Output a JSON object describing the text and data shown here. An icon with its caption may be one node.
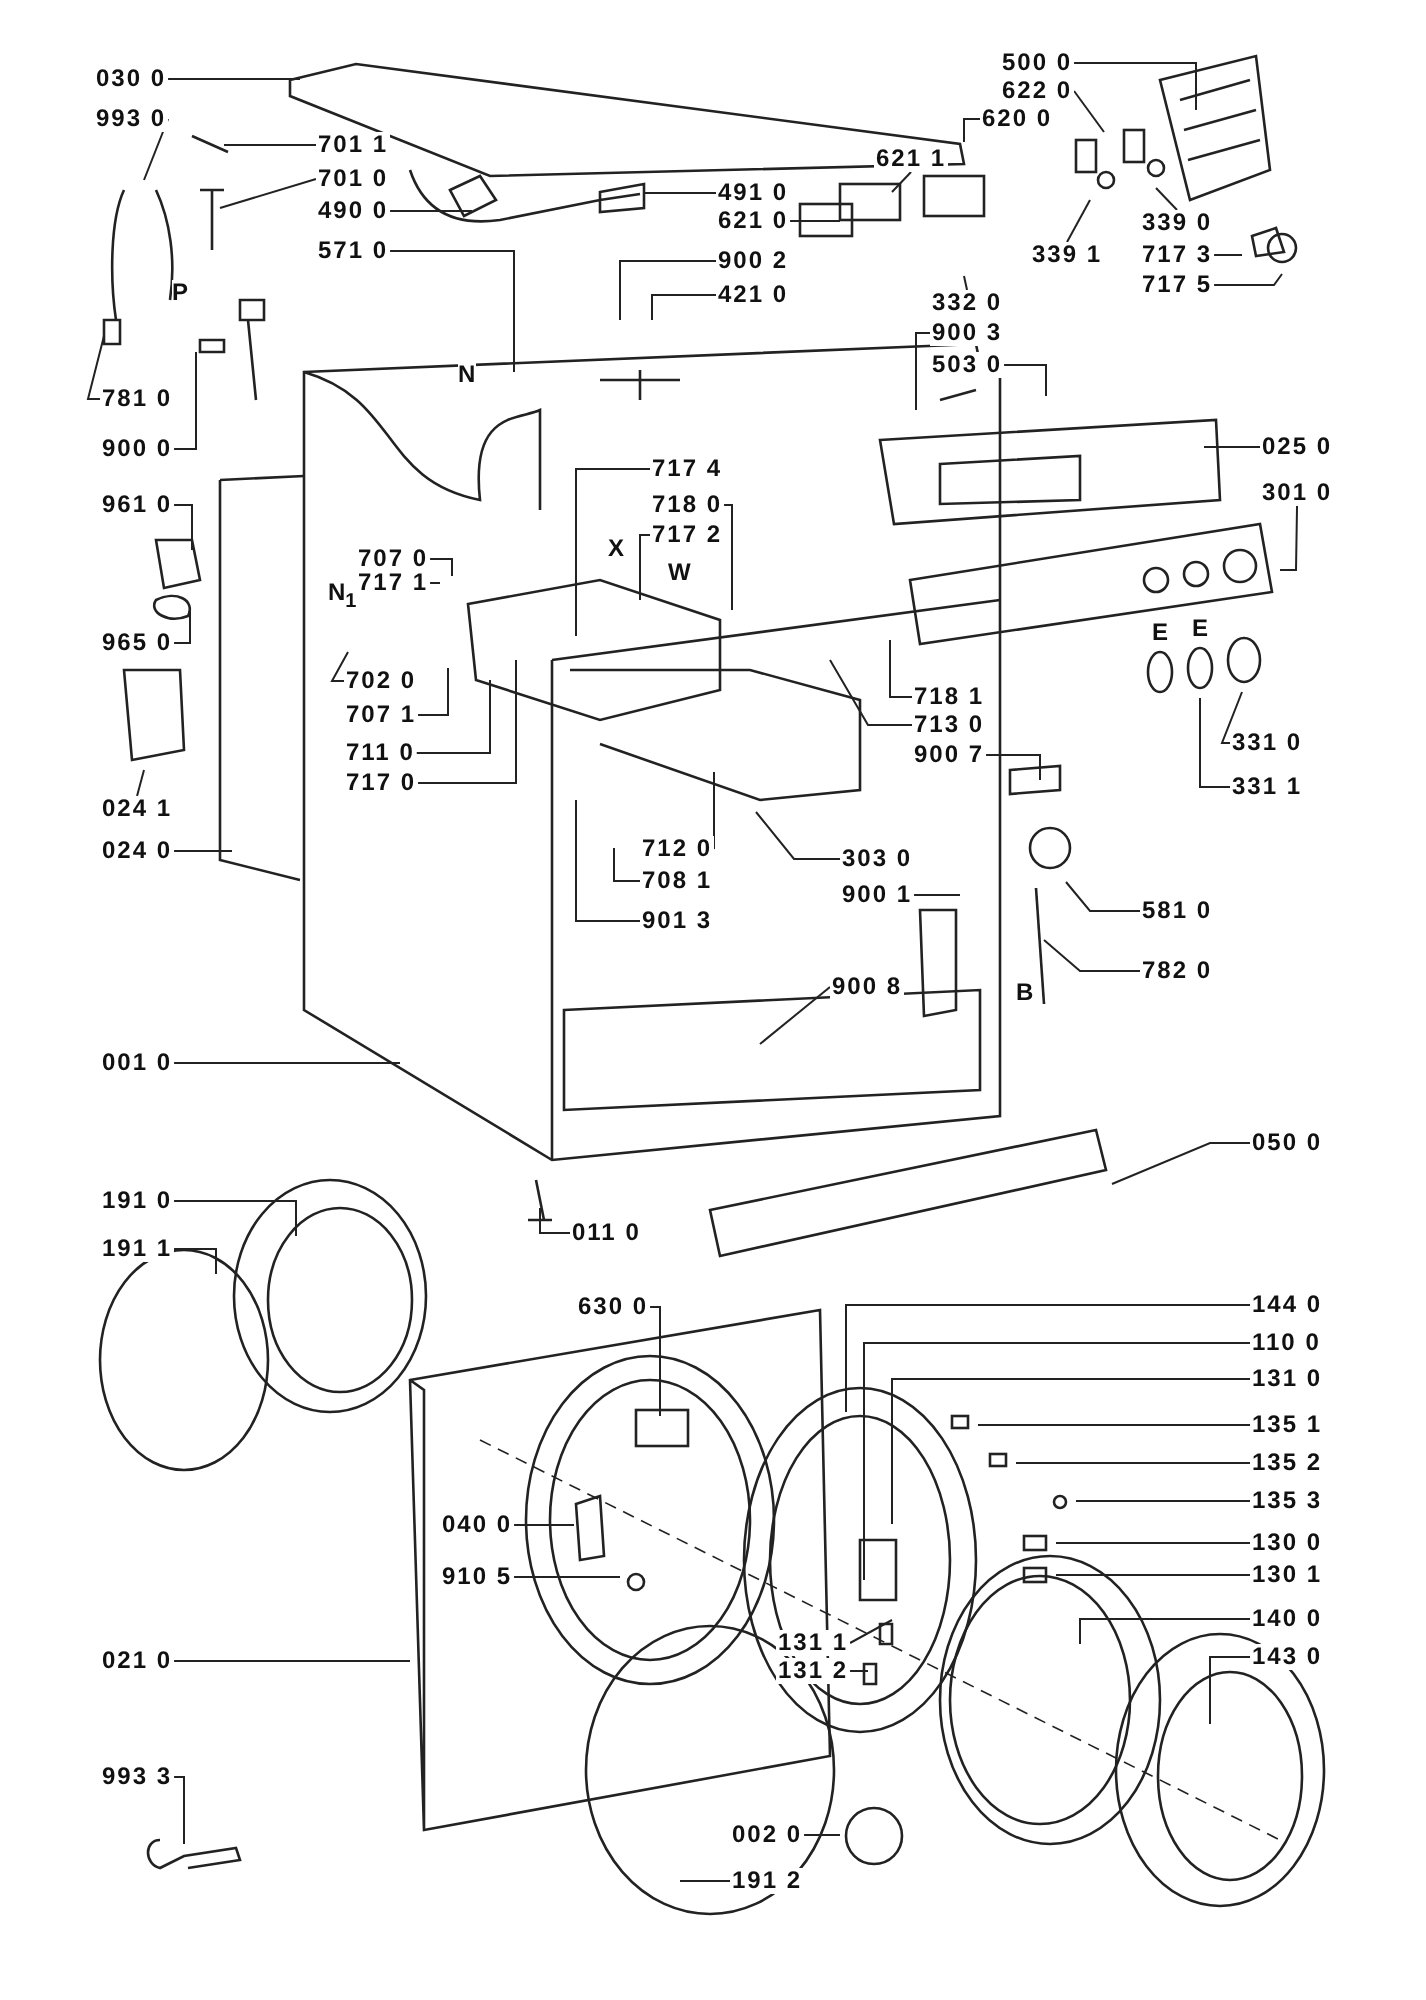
{
  "diagram": {
    "nodes": [
      {
        "text": [
          "500 0"
        ]
      },
      {
        "text": [
          "030 0"
        ]
      },
      {
        "text": [
          "622 0"
        ]
      },
      {
        "text": [
          "993 0"
        ]
      },
      {
        "text": [
          "620 0"
        ]
      },
      {
        "text": [
          "701 1"
        ]
      },
      {
        "text": [
          "621 1"
        ]
      },
      {
        "text": [
          "701 0"
        ]
      },
      {
        "text": [
          "491 0"
        ]
      },
      {
        "text": [
          "490 0"
        ]
      },
      {
        "text": [
          "621 0"
        ]
      },
      {
        "text": [
          "339 0"
        ]
      },
      {
        "text": [
          "571 0"
        ]
      },
      {
        "text": [
          "339 1"
        ]
      },
      {
        "text": [
          "717 3"
        ]
      },
      {
        "text": [
          "900 2"
        ]
      },
      {
        "text": [
          "717 5"
        ]
      },
      {
        "text": [
          "421 0"
        ]
      },
      {
        "text": [
          "332 0"
        ]
      },
      {
        "text": [
          "900 3"
        ]
      },
      {
        "text": [
          "503 0"
        ]
      },
      {
        "text": [
          "781 0"
        ]
      },
      {
        "text": [
          "900 0"
        ]
      },
      {
        "text": [
          "025 0"
        ]
      },
      {
        "text": [
          "717 4"
        ]
      },
      {
        "text": [
          "301 0"
        ]
      },
      {
        "text": [
          "961 0"
        ]
      },
      {
        "text": [
          "718 0"
        ]
      },
      {
        "text": [
          "717 2"
        ]
      },
      {
        "text": [
          "707 0"
        ]
      },
      {
        "text": [
          "717 1"
        ]
      },
      {
        "text": [
          "965 0"
        ]
      },
      {
        "text": [
          "702 0"
        ]
      },
      {
        "text": [
          "718 1"
        ]
      },
      {
        "text": [
          "707 1"
        ]
      },
      {
        "text": [
          "713 0"
        ]
      },
      {
        "text": [
          "331 0"
        ]
      },
      {
        "text": [
          "711 0"
        ]
      },
      {
        "text": [
          "900 7"
        ]
      },
      {
        "text": [
          "717 0"
        ]
      },
      {
        "text": [
          "331 1"
        ]
      },
      {
        "text": [
          "024 1"
        ]
      },
      {
        "text": [
          "712 0"
        ]
      },
      {
        "text": [
          "024 0"
        ]
      },
      {
        "text": [
          "303 0"
        ]
      },
      {
        "text": [
          "708 1"
        ]
      },
      {
        "text": [
          "900 1"
        ]
      },
      {
        "text": [
          "581 0"
        ]
      },
      {
        "text": [
          "901 3"
        ]
      },
      {
        "text": [
          "782 0"
        ]
      },
      {
        "text": [
          "900 8"
        ]
      },
      {
        "text": [
          "001 0"
        ]
      },
      {
        "text": [
          "050 0"
        ]
      },
      {
        "text": [
          "191 0"
        ]
      },
      {
        "text": [
          "011 0"
        ]
      },
      {
        "text": [
          "191 1"
        ]
      },
      {
        "text": [
          "144 0"
        ]
      },
      {
        "text": [
          "630 0"
        ]
      },
      {
        "text": [
          "110 0"
        ]
      },
      {
        "text": [
          "131 0"
        ]
      },
      {
        "text": [
          "135 1"
        ]
      },
      {
        "text": [
          "135 2"
        ]
      },
      {
        "text": [
          "135 3"
        ]
      },
      {
        "text": [
          "040 0"
        ]
      },
      {
        "text": [
          "130 0"
        ]
      },
      {
        "text": [
          "130 1"
        ]
      },
      {
        "text": [
          "910 5"
        ]
      },
      {
        "text": [
          "140 0"
        ]
      },
      {
        "text": [
          "131 1"
        ]
      },
      {
        "text": [
          "143 0"
        ]
      },
      {
        "text": [
          "021 0"
        ]
      },
      {
        "text": [
          "131 2"
        ]
      },
      {
        "text": [
          "993 3"
        ]
      },
      {
        "text": [
          "002 0"
        ]
      },
      {
        "text": [
          "191 2"
        ]
      }
    ],
    "edges": [
      {
        "from": 0,
        "to": null,
        "arrow": "none"
      },
      {
        "from": 1,
        "to": null,
        "arrow": "none"
      },
      {
        "from": 2,
        "to": null,
        "arrow": "none"
      },
      {
        "from": 3,
        "to": null,
        "arrow": "none"
      },
      {
        "from": 4,
        "to": null,
        "arrow": "none"
      },
      {
        "from": 5,
        "to": null,
        "arrow": "none"
      },
      {
        "from": 6,
        "to": null,
        "arrow": "none"
      },
      {
        "from": 7,
        "to": null,
        "arrow": "none"
      },
      {
        "from": 8,
        "to": null,
        "arrow": "none"
      },
      {
        "from": 9,
        "to": null,
        "arrow": "none"
      },
      {
        "from": 10,
        "to": null,
        "arrow": "none"
      },
      {
        "from": 11,
        "to": null,
        "arrow": "none"
      },
      {
        "from": 12,
        "to": null,
        "arrow": "none"
      },
      {
        "from": 13,
        "to": null,
        "arrow": "none"
      },
      {
        "from": 14,
        "to": null,
        "arrow": "none"
      },
      {
        "from": 15,
        "to": null,
        "arrow": "none"
      },
      {
        "from": 16,
        "to": null,
        "arrow": "none"
      },
      {
        "from": 17,
        "to": null,
        "arrow": "none"
      },
      {
        "from": 18,
        "to": null,
        "arrow": "none"
      },
      {
        "from": 19,
        "to": null,
        "arrow": "none"
      },
      {
        "from": 20,
        "to": null,
        "arrow": "none"
      },
      {
        "from": 21,
        "to": null,
        "arrow": "none"
      },
      {
        "from": 22,
        "to": null,
        "arrow": "none"
      },
      {
        "from": 23,
        "to": null,
        "arrow": "none"
      },
      {
        "from": 24,
        "to": null,
        "arrow": "none"
      },
      {
        "from": 25,
        "to": null,
        "arrow": "none"
      },
      {
        "from": 26,
        "to": null,
        "arrow": "none"
      },
      {
        "from": 27,
        "to": null,
        "arrow": "none"
      },
      {
        "from": 28,
        "to": null,
        "arrow": "none"
      },
      {
        "from": 29,
        "to": null,
        "arrow": "none"
      },
      {
        "from": 30,
        "to": null,
        "arrow": "none"
      },
      {
        "from": 31,
        "to": null,
        "arrow": "none"
      },
      {
        "from": 32,
        "to": null,
        "arrow": "none"
      },
      {
        "from": 33,
        "to": null,
        "arrow": "none"
      },
      {
        "from": 34,
        "to": null,
        "arrow": "none"
      },
      {
        "from": 35,
        "to": null,
        "arrow": "none"
      },
      {
        "from": 36,
        "to": null,
        "arrow": "none"
      },
      {
        "from": 37,
        "to": null,
        "arrow": "none"
      },
      {
        "from": 38,
        "to": null,
        "arrow": "none"
      },
      {
        "from": 39,
        "to": null,
        "arrow": "none"
      },
      {
        "from": 40,
        "to": null,
        "arrow": "none"
      },
      {
        "from": 41,
        "to": null,
        "arrow": "none"
      },
      {
        "from": 42,
        "to": null,
        "arrow": "none"
      },
      {
        "from": 43,
        "to": null,
        "arrow": "none"
      },
      {
        "from": 44,
        "to": null,
        "arrow": "none"
      },
      {
        "from": 45,
        "to": null,
        "arrow": "none"
      },
      {
        "from": 46,
        "to": null,
        "arrow": "none"
      },
      {
        "from": 47,
        "to": null,
        "arrow": "none"
      },
      {
        "from": 48,
        "to": null,
        "arrow": "none"
      },
      {
        "from": 49,
        "to": null,
        "arrow": "none"
      },
      {
        "from": 50,
        "to": null,
        "arrow": "none"
      },
      {
        "from": 51,
        "to": null,
        "arrow": "none"
      },
      {
        "from": 52,
        "to": null,
        "arrow": "none"
      },
      {
        "from": 53,
        "to": null,
        "arrow": "none"
      },
      {
        "from": 54,
        "to": null,
        "arrow": "none"
      },
      {
        "from": 55,
        "to": null,
        "arrow": "none"
      },
      {
        "from": 56,
        "to": null,
        "arrow": "none"
      },
      {
        "from": 57,
        "to": null,
        "arrow": "none"
      },
      {
        "from": 58,
        "to": null,
        "arrow": "none"
      },
      {
        "from": 59,
        "to": null,
        "arrow": "none"
      },
      {
        "from": 60,
        "to": null,
        "arrow": "none"
      },
      {
        "from": 61,
        "to": null,
        "arrow": "none"
      },
      {
        "from": 62,
        "to": null,
        "arrow": "none"
      },
      {
        "from": 63,
        "to": null,
        "arrow": "none"
      },
      {
        "from": 64,
        "to": null,
        "arrow": "none"
      },
      {
        "from": 65,
        "to": null,
        "arrow": "none"
      },
      {
        "from": 66,
        "to": null,
        "arrow": "none"
      },
      {
        "from": 67,
        "to": null,
        "arrow": "none"
      },
      {
        "from": 68,
        "to": null,
        "arrow": "none"
      },
      {
        "from": 69,
        "to": null,
        "arrow": "none"
      },
      {
        "from": 70,
        "to": null,
        "arrow": "none"
      },
      {
        "from": 71,
        "to": null,
        "arrow": "none"
      },
      {
        "from": 72,
        "to": null,
        "arrow": "none"
      },
      {
        "from": 73,
        "to": null,
        "arrow": "none"
      },
      {
        "from": 74,
        "to": null,
        "arrow": "none"
      }
    ],
    "labels": [
      "P",
      "N",
      "X",
      "W",
      "N$_{1}$",
      "E",
      "E",
      "B"
    ]
  }
}
